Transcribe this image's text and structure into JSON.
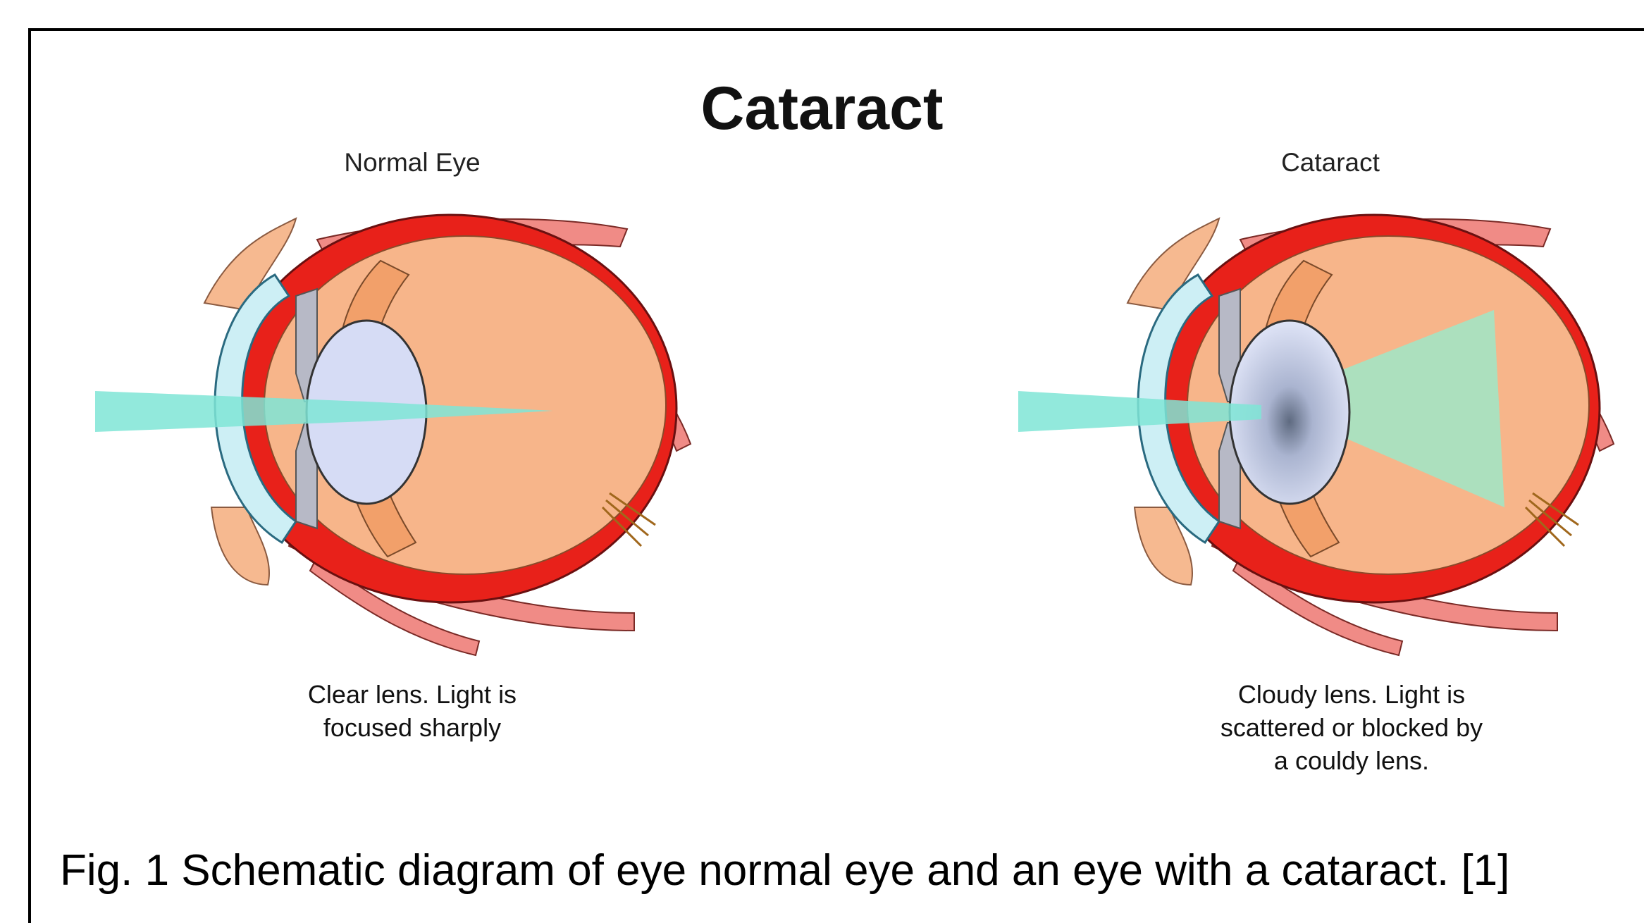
{
  "title": "Cataract",
  "panels": {
    "normal": {
      "heading": "Normal Eye",
      "caption_lines": [
        "Clear lens. Light is",
        "focused sharply"
      ]
    },
    "cataract": {
      "heading": "Cataract",
      "caption_lines": [
        "Cloudy lens. Light is",
        "scattered or blocked by",
        "a couldy lens."
      ]
    }
  },
  "figure_caption": "Fig. 1 Schematic diagram of eye normal eye and an eye with a cataract. [1]",
  "colors": {
    "sclera": "#e8211a",
    "vitreous": "#f7b58a",
    "retina": "#f2a06a",
    "lens_clear": "#d6dcf5",
    "cornea": "#cdeff5",
    "light_beam": "#7fe5d6",
    "iris": "#b7b9c6",
    "muscle": "#f08b86"
  }
}
